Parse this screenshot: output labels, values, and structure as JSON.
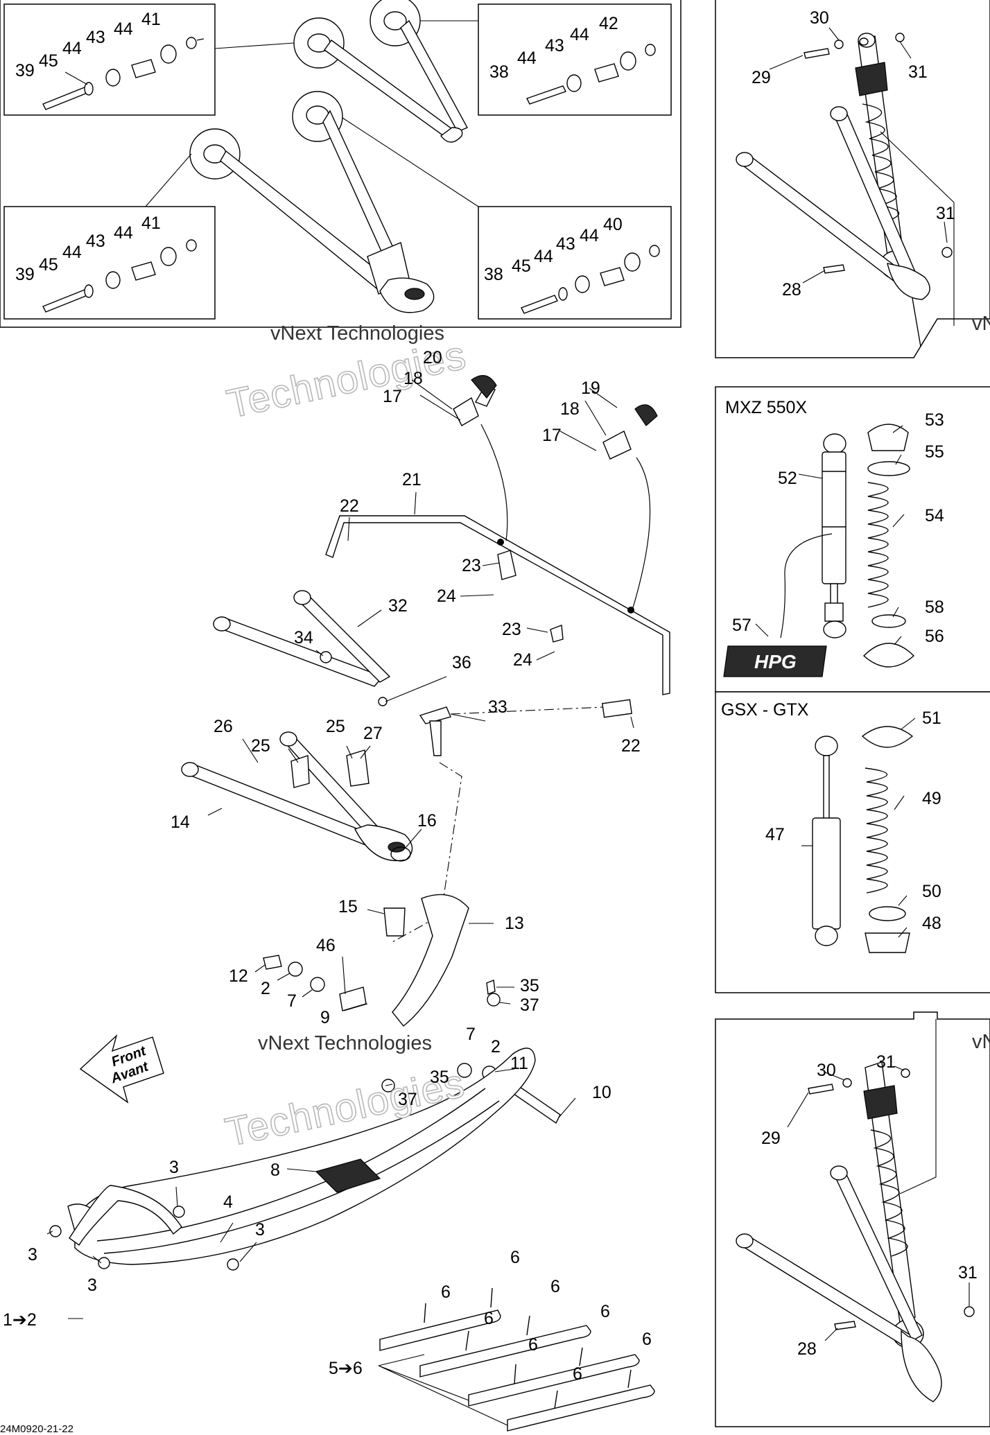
{
  "watermark": {
    "line1": "vNext Technologies",
    "line2": "Technologies",
    "partial": "vN"
  },
  "panels": {
    "mxz": "MXZ 550X",
    "gsx": "GSX - GTX"
  },
  "front_arrow": {
    "line1": "Front",
    "line2": "Avant"
  },
  "logo_text": "HPG",
  "footer_code": "24M0920-21-22",
  "callouts": {
    "c1": "41",
    "c2": "39",
    "c3": "45",
    "c4": "44",
    "c5": "43",
    "c6": "44",
    "c7": "42",
    "c8": "38",
    "c9": "44",
    "c10": "43",
    "c11": "44",
    "c12": "41",
    "c13": "39",
    "c14": "45",
    "c15": "44",
    "c16": "43",
    "c17": "44",
    "c18": "40",
    "c19": "38",
    "c20": "45",
    "c21": "44",
    "c22": "43",
    "c23": "44",
    "c24": "30",
    "c25": "29",
    "c26": "31",
    "c27": "31",
    "c28": "28",
    "c29": "20",
    "c30": "18",
    "c31": "17",
    "c32": "19",
    "c33": "18",
    "c34": "17",
    "c35": "21",
    "c36": "22",
    "c37": "23",
    "c38": "24",
    "c39": "23",
    "c40": "24",
    "c41": "32",
    "c42": "34",
    "c43": "36",
    "c44": "33",
    "c45": "22",
    "c46": "26",
    "c47": "25",
    "c48": "25",
    "c49": "27",
    "c50": "14",
    "c51": "16",
    "c52": "15",
    "c53": "13",
    "c54": "46",
    "c55": "12",
    "c56": "2",
    "c57": "7",
    "c58": "9",
    "c59": "35",
    "c60": "37",
    "c61": "7",
    "c62": "2",
    "c63": "11",
    "c64": "35",
    "c65": "37",
    "c66": "10",
    "c67": "8",
    "c68": "3",
    "c69": "4",
    "c70": "3",
    "c71": "3",
    "c72": "3",
    "c73": "1➔2",
    "c74": "6",
    "c75": "6",
    "c76": "6",
    "c77": "6",
    "c78": "6",
    "c79": "6",
    "c80": "6",
    "c81": "6",
    "c82": "5➔6",
    "c83": "52",
    "c84": "53",
    "c85": "55",
    "c86": "54",
    "c87": "57",
    "c88": "58",
    "c89": "56",
    "c90": "51",
    "c91": "47",
    "c92": "49",
    "c93": "50",
    "c94": "48",
    "c95": "30",
    "c96": "31",
    "c97": "29",
    "c98": "31",
    "c99": "28"
  }
}
